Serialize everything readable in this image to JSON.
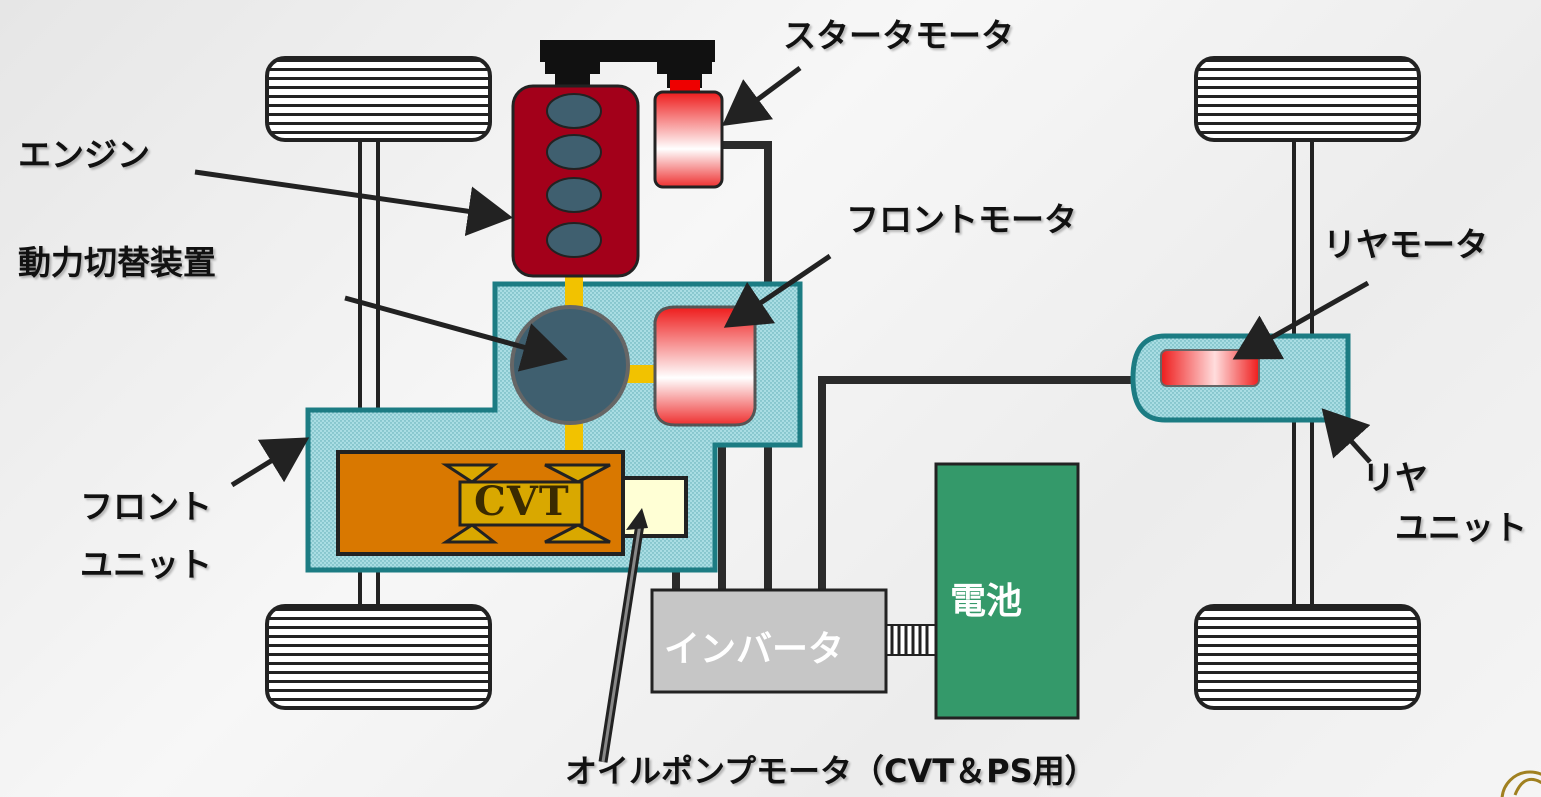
{
  "labels": {
    "starter_motor": "スタータモータ",
    "engine": "エンジン",
    "power_switch": "動力切替装置",
    "front_motor": "フロントモータ",
    "rear_motor": "リヤモータ",
    "front_unit_line1": "フロント",
    "front_unit_line2": "ユニット",
    "rear_unit_line1": "リヤ",
    "rear_unit_line2": "ユニット",
    "cvt": "CVT",
    "inverter": "インバータ",
    "battery": "電池",
    "oil_pump_motor": "オイルポンプモータ（CVT＆PS用）"
  },
  "colors": {
    "engine": "#a3001a",
    "cylinder": "#3f5f6f",
    "switch_gear": "#3f5f6f",
    "unit_fill": "#a9dde3",
    "unit_border": "#1c7c83",
    "cvt_fill": "#d97800",
    "cvt_gear": "#d9a800",
    "battery": "#34996a",
    "inverter": "#c6c6c6",
    "motor_red": "#ee2222",
    "shaft_yellow": "#f2c200",
    "wire": "#2b2b2b"
  }
}
